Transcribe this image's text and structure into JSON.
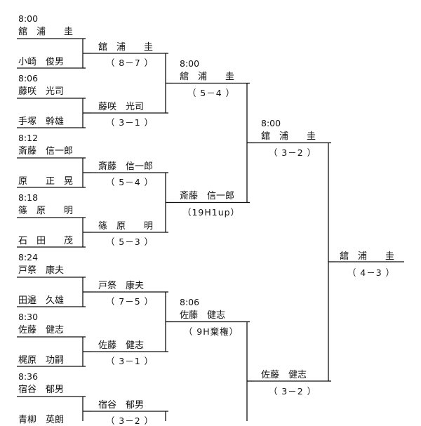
{
  "round1": [
    {
      "time": "8:00",
      "players": [
        "舘　浦　　圭",
        "小崎　俊男"
      ]
    },
    {
      "time": "8:06",
      "players": [
        "藤咲　光司",
        "手塚　幹雄"
      ]
    },
    {
      "time": "8:12",
      "players": [
        "斎藤　信一郎",
        "原　　正　晃"
      ]
    },
    {
      "time": "8:18",
      "players": [
        "篠　原　　明",
        "石　田　　茂"
      ]
    },
    {
      "time": "8:24",
      "players": [
        "戸祭　康夫",
        "田邉　久雄"
      ]
    },
    {
      "time": "8:30",
      "players": [
        "佐藤　健志",
        "梶原　功嗣"
      ]
    },
    {
      "time": "8:36",
      "players": [
        "宿谷　郁男",
        "青柳　英朗"
      ]
    }
  ],
  "round2": [
    {
      "winner": "舘　浦　　圭",
      "score": "（ 8－7 ）"
    },
    {
      "winner": "藤咲　光司",
      "score": "（ 3－1 ）"
    },
    {
      "winner": "斎藤　信一郎",
      "score": "（ 5－4 ）"
    },
    {
      "winner": "篠　原　　明",
      "score": "（ 5－3 ）"
    },
    {
      "winner": "戸祭　康夫",
      "score": "（ 7－5 ）"
    },
    {
      "winner": "佐藤　健志",
      "score": "（ 3－1 ）"
    },
    {
      "winner": "宿谷　郁男",
      "score": "（ 3－2 ）"
    }
  ],
  "round3": [
    {
      "time": "8:00",
      "winner": "舘　浦　　圭",
      "score": "（ 5－4 ）"
    },
    {
      "time": "",
      "winner": "斎藤　信一郎",
      "score": "（19H1up）"
    },
    {
      "time": "8:06",
      "winner": "佐藤　健志",
      "score": "（ 9H棄権）"
    }
  ],
  "round4": [
    {
      "time": "8:00",
      "winner": "舘　浦　　圭",
      "score": "（ 3－2 ）"
    },
    {
      "time": "",
      "winner": "佐藤　健志",
      "score": "（ 3－2 ）"
    }
  ],
  "round5": [
    {
      "winner": "舘　浦　　圭",
      "score": "（ 4－3 ）"
    }
  ]
}
